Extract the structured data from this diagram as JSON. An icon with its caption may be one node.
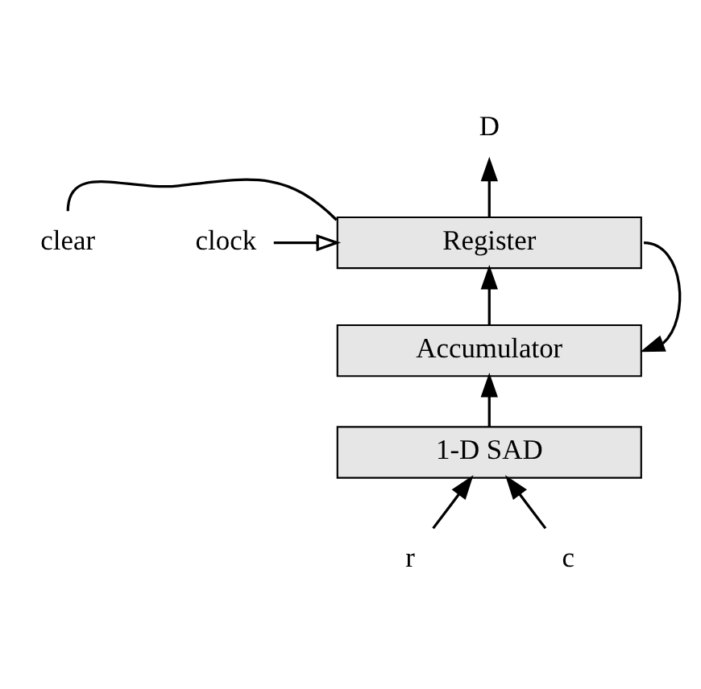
{
  "diagram": {
    "nodes": [
      {
        "text": [
          "Register"
        ]
      },
      {
        "text": [
          "Accumulator"
        ]
      },
      {
        "text": [
          "1-D SAD"
        ]
      },
      {
        "text": [
          "D"
        ]
      },
      {
        "text": [
          "clear"
        ]
      },
      {
        "text": [
          "clock"
        ]
      },
      {
        "text": [
          "r"
        ]
      },
      {
        "text": [
          "c"
        ]
      }
    ],
    "edges": [
      {
        "from": 0,
        "to": 3,
        "arrow": "to"
      },
      {
        "from": 1,
        "to": 0,
        "arrow": "to"
      },
      {
        "from": 2,
        "to": 1,
        "arrow": "to"
      },
      {
        "from": 6,
        "to": 2,
        "arrow": "to"
      },
      {
        "from": 7,
        "to": 2,
        "arrow": "to"
      },
      {
        "from": 4,
        "to": 0,
        "arrow": "none"
      },
      {
        "from": 5,
        "to": 0,
        "arrow": "to"
      },
      {
        "from": 0,
        "to": 1,
        "arrow": "to"
      }
    ]
  }
}
